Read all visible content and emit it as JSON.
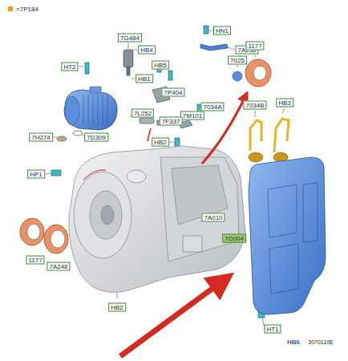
{
  "diagram": {
    "labels": [
      "=7P184",
      "7G484",
      "HB4",
      "HN1",
      "7A256",
      "HT2",
      "HB5",
      "1177",
      "7025",
      "HB1",
      "7P404",
      "7034A",
      "7034B",
      "HB3",
      "7L252",
      "7M101",
      "7F337",
      "7H274",
      "7D309",
      "HB2",
      "HP1",
      "7A010",
      "7G004",
      "1177",
      "7A248",
      "HB2",
      "HT1",
      "HB6",
      "3070110E"
    ]
  }
}
